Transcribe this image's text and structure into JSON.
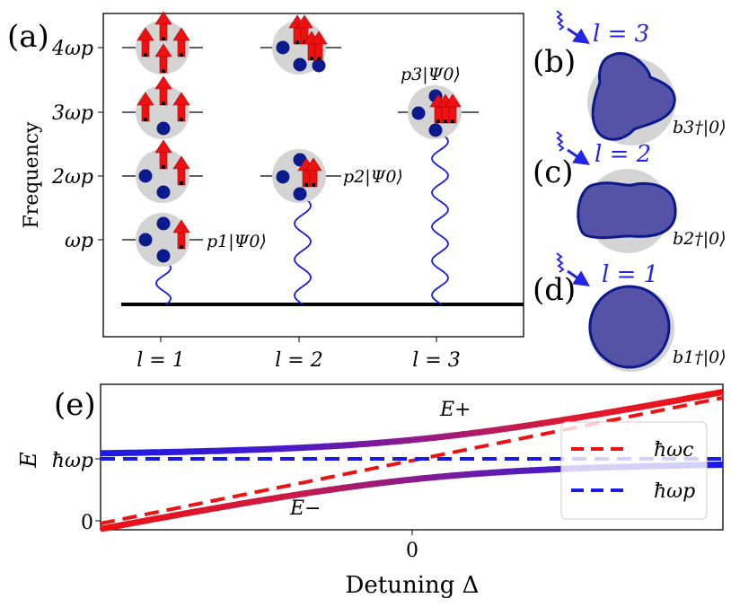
{
  "panel_labels": {
    "a": "(a)",
    "b": "(b)",
    "c": "(c)",
    "d": "(d)",
    "e": "(e)"
  },
  "panel_a": {
    "ylabel": "Frequency",
    "yticks": [
      "ωp",
      "2ωp",
      "3ωp",
      "4ωp"
    ],
    "xticks": [
      "l = 1",
      "l = 2",
      "l = 3"
    ],
    "state_labels": {
      "p1": "p1|Ψ0⟩",
      "p2": "p2|Ψ0⟩",
      "p3": "p3|Ψ0⟩"
    }
  },
  "panels_bcd": [
    {
      "label": "l = 3",
      "operator": "b3†|0⟩"
    },
    {
      "label": "l = 2",
      "operator": "b2†|0⟩"
    },
    {
      "label": "l = 1",
      "operator": "b1†|0⟩"
    }
  ],
  "panel_e": {
    "ylabel": "E",
    "xlabel": "Detuning Δ",
    "xtick": "0",
    "yticks": [
      "0",
      "ħωp"
    ],
    "curve_labels": {
      "upper": "E+",
      "lower": "E−"
    },
    "legend": [
      "ħωc",
      "ħωp"
    ]
  },
  "colors": {
    "photon": "#ee1111",
    "plasmon": "#1a1ae6",
    "particle": "#0b1a8c",
    "cloud": "#d4d4d4",
    "mode": "#5552a8"
  }
}
